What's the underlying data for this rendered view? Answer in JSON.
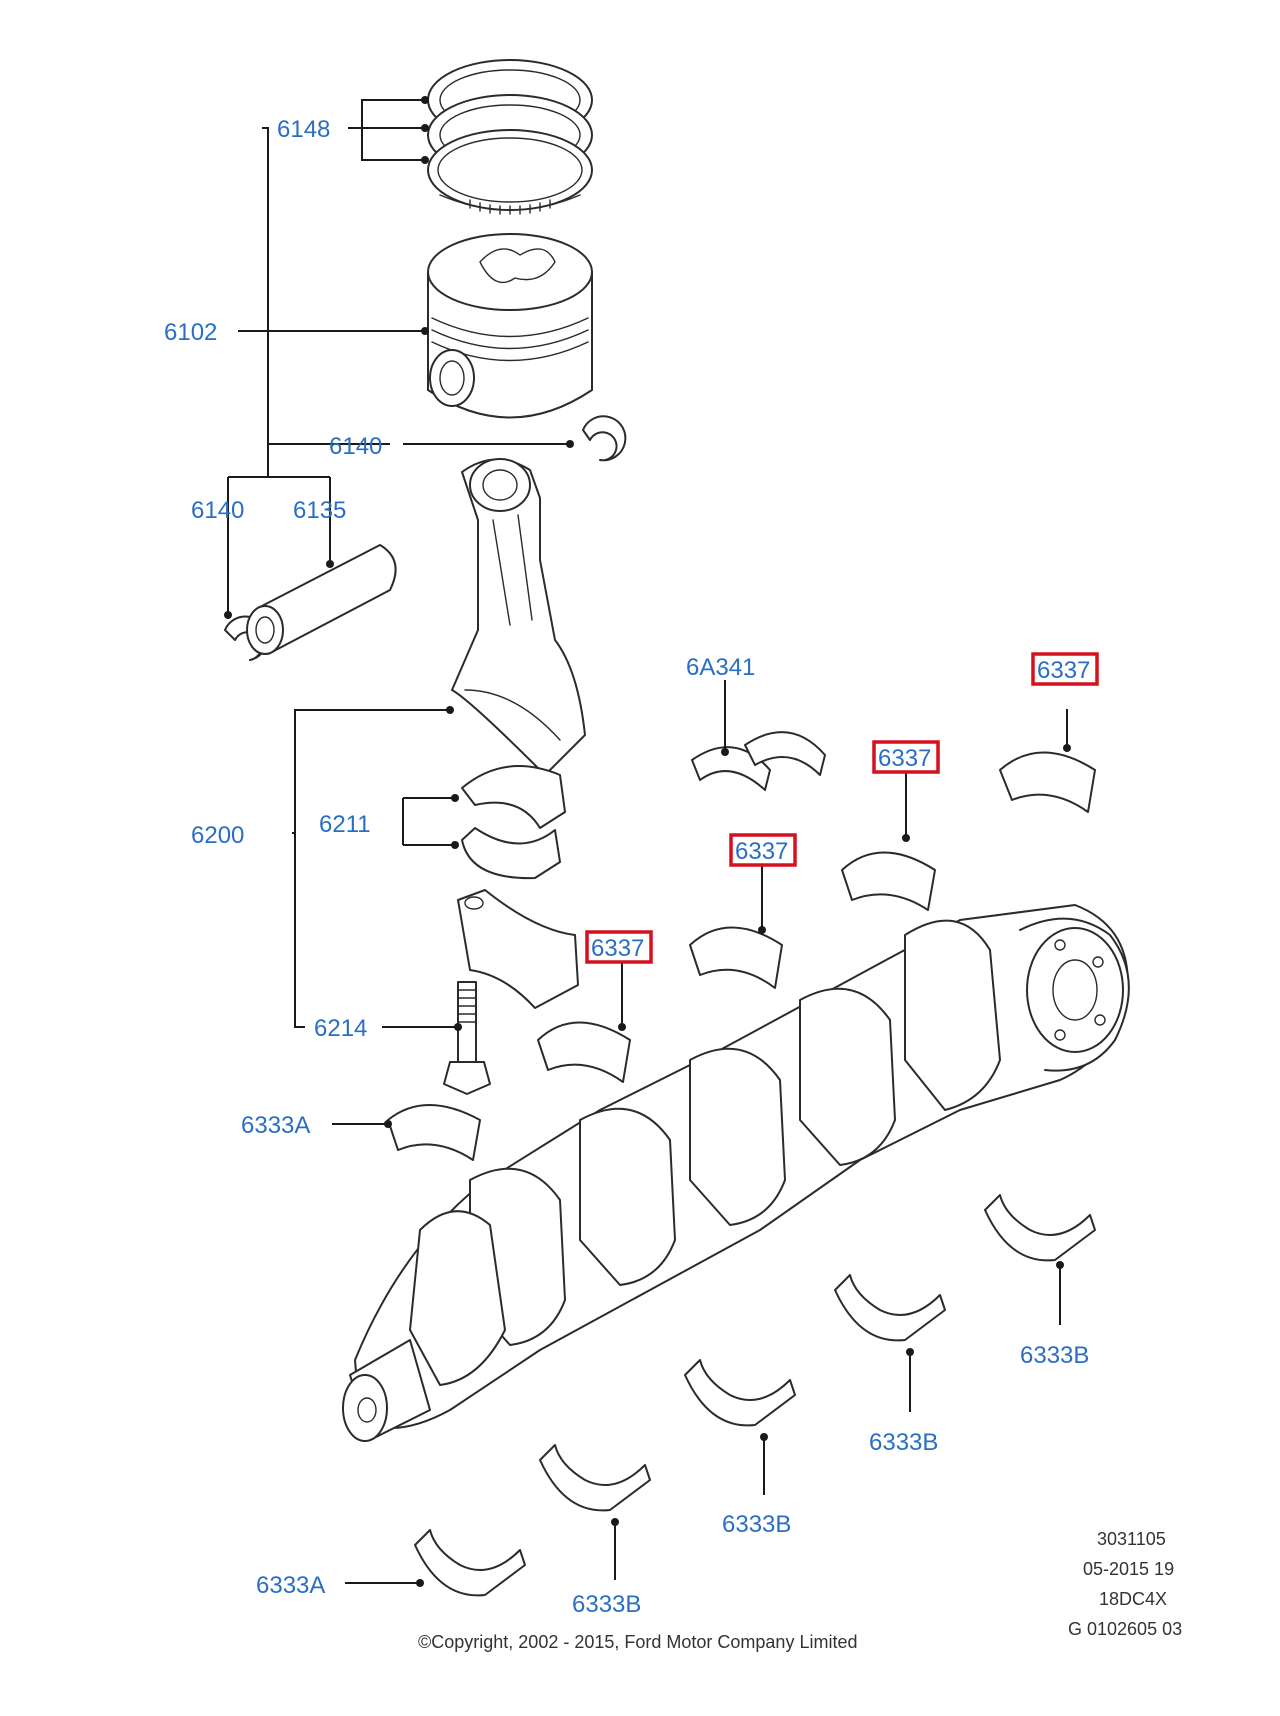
{
  "labels": {
    "l6148": "6148",
    "l6102": "6102",
    "l6140a": "6140",
    "l6140b": "6140",
    "l6135": "6135",
    "l6A341": "6A341",
    "l6337a": "6337",
    "l6337b": "6337",
    "l6337c": "6337",
    "l6337d": "6337",
    "l6200": "6200",
    "l6211": "6211",
    "l6214": "6214",
    "l6333A_1": "6333A",
    "l6333A_2": "6333A",
    "l6333B_1": "6333B",
    "l6333B_2": "6333B",
    "l6333B_3": "6333B",
    "l6333B_4": "6333B"
  },
  "footer": {
    "copyright": "©Copyright, 2002 - 2015, Ford Motor Company Limited",
    "code1": "3031105",
    "code2": "05-2015 19",
    "code3": "18DC4X",
    "code4": "G 0102605 03"
  },
  "colors": {
    "label": "#2a6ec4",
    "highlight": "#d4121e",
    "line": "#2b2b2b"
  }
}
